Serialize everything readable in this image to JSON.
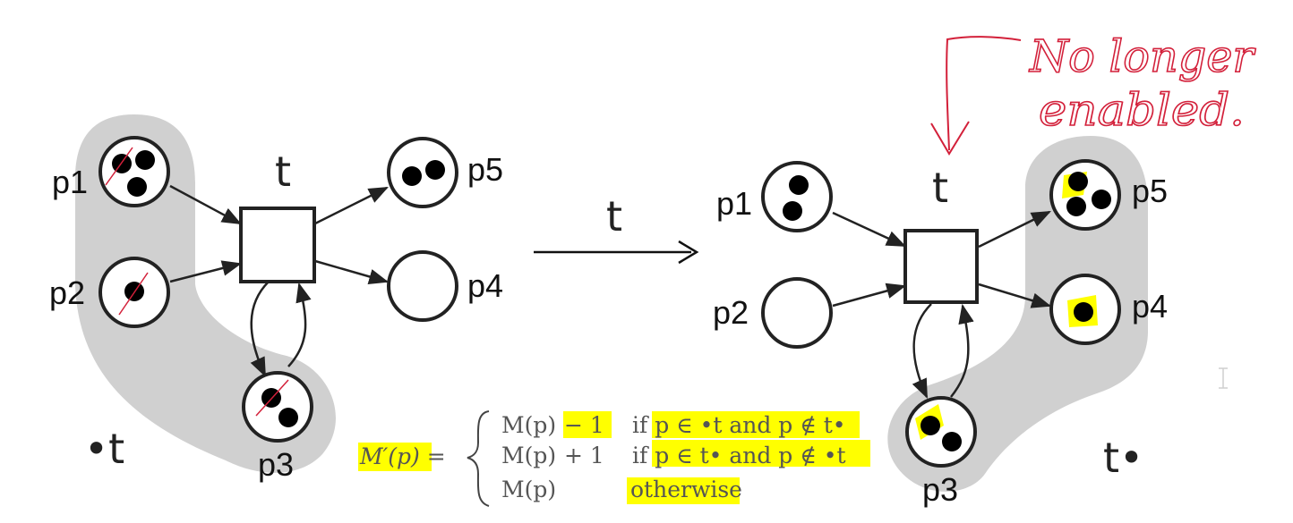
{
  "left_net": {
    "places": [
      {
        "id": "p1",
        "label": "p1",
        "tokens": 3
      },
      {
        "id": "p2",
        "label": "p2",
        "tokens": 1
      },
      {
        "id": "p3",
        "label": "p3",
        "tokens": 2
      },
      {
        "id": "p4",
        "label": "p4",
        "tokens": 0
      },
      {
        "id": "p5",
        "label": "p5",
        "tokens": 2
      }
    ],
    "transition_label": "t",
    "preset_label": "•t"
  },
  "firing_arrow_label": "t",
  "right_net": {
    "places": [
      {
        "id": "p1",
        "label": "p1",
        "tokens": 2
      },
      {
        "id": "p2",
        "label": "p2",
        "tokens": 0
      },
      {
        "id": "p3",
        "label": "p3",
        "tokens": 2
      },
      {
        "id": "p4",
        "label": "p4",
        "tokens": 1
      },
      {
        "id": "p5",
        "label": "p5",
        "tokens": 3
      }
    ],
    "transition_label": "t",
    "postset_label": "t•"
  },
  "annotation": {
    "handwritten_note": "No longer enabled."
  },
  "formula": {
    "lhs": "M′(p) =",
    "rows": [
      {
        "expr": "M(p)",
        "delta": "− 1",
        "cond": "if  p ∈ •t and  p ∉ t•"
      },
      {
        "expr": "M(p)",
        "delta": "+ 1",
        "cond": "if  p ∈ t• and  p ∉ •t"
      },
      {
        "expr": "M(p)",
        "delta": "",
        "cond": "otherwise"
      }
    ]
  },
  "colors": {
    "highlight": "#ffff00",
    "shade": "#d0d0d0",
    "ink": "#111111",
    "annotation": "#d3203a"
  }
}
